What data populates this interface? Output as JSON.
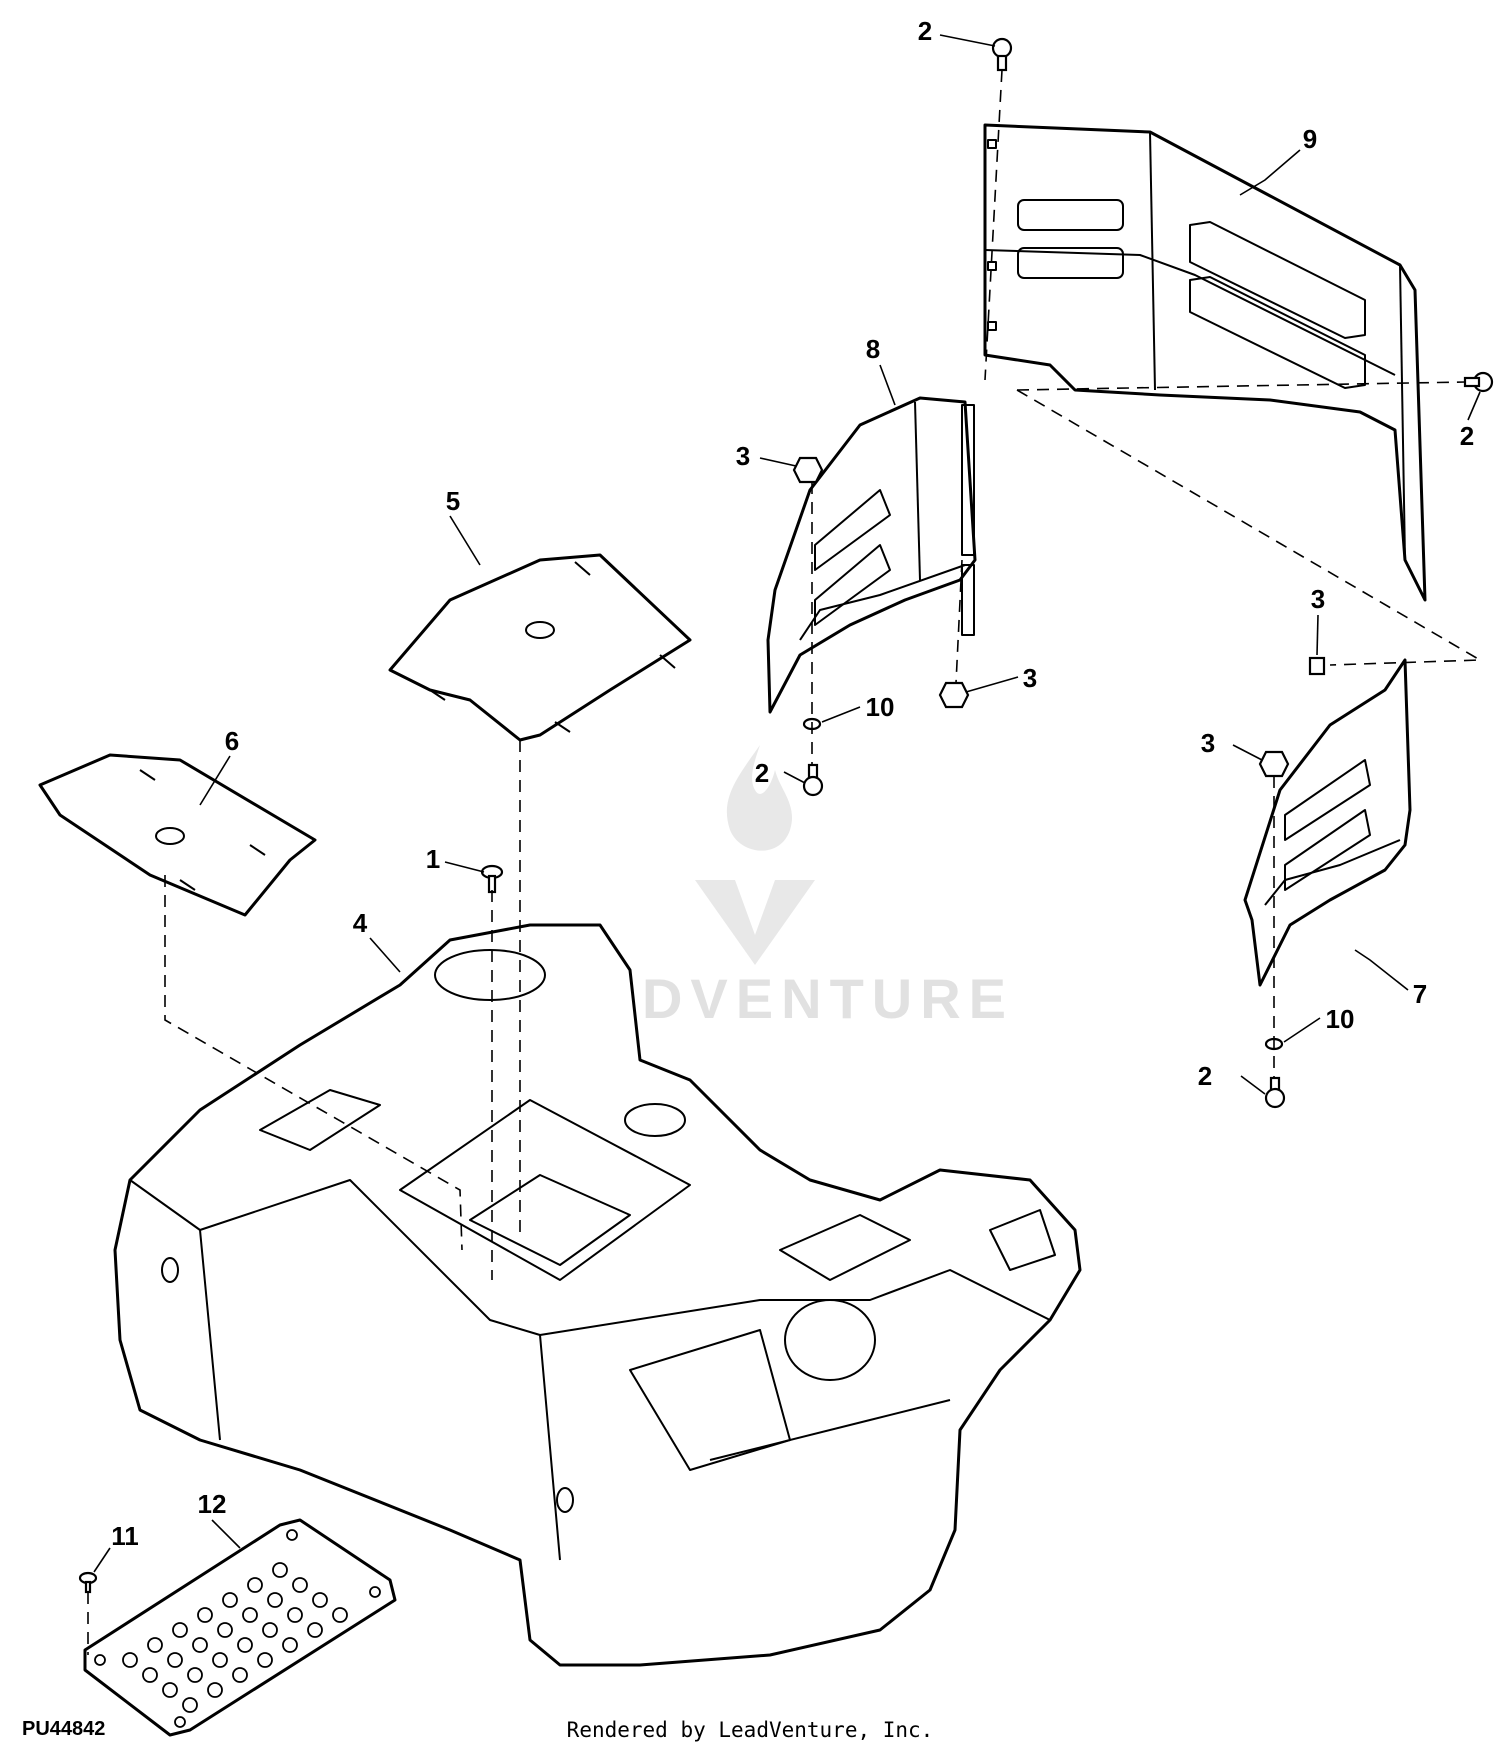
{
  "diagram": {
    "reference_code": "PU44842",
    "credit": "Rendered by LeadVenture, Inc.",
    "watermark_text": "LEADVENTURE",
    "callouts": [
      {
        "id": "c1",
        "label": "1"
      },
      {
        "id": "c2a",
        "label": "2"
      },
      {
        "id": "c2b",
        "label": "2"
      },
      {
        "id": "c2c",
        "label": "2"
      },
      {
        "id": "c2d",
        "label": "2"
      },
      {
        "id": "c3a",
        "label": "3"
      },
      {
        "id": "c3b",
        "label": "3"
      },
      {
        "id": "c3c",
        "label": "3"
      },
      {
        "id": "c3d",
        "label": "3"
      },
      {
        "id": "c4",
        "label": "4"
      },
      {
        "id": "c5",
        "label": "5"
      },
      {
        "id": "c6",
        "label": "6"
      },
      {
        "id": "c7",
        "label": "7"
      },
      {
        "id": "c8",
        "label": "8"
      },
      {
        "id": "c9",
        "label": "9"
      },
      {
        "id": "c10a",
        "label": "10"
      },
      {
        "id": "c10b",
        "label": "10"
      },
      {
        "id": "c11",
        "label": "11"
      },
      {
        "id": "c12",
        "label": "12"
      }
    ]
  }
}
